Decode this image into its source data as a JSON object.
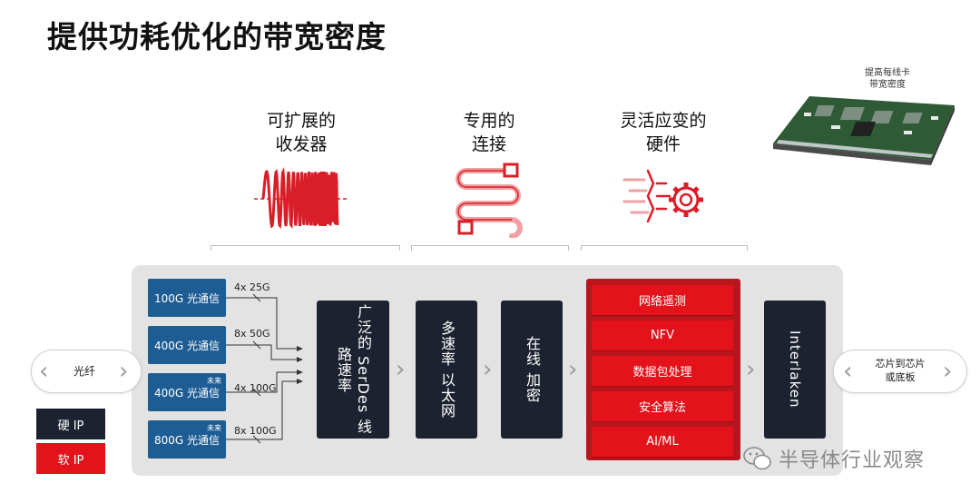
{
  "title": "提供功耗优化的带宽密度",
  "features": [
    {
      "line1": "可扩展的",
      "line2": "收发器",
      "icon": "sine-wave-icon"
    },
    {
      "line1": "专用的",
      "line2": "连接",
      "icon": "serpentine-connection-icon"
    },
    {
      "line1": "灵活应变的",
      "line2": "硬件",
      "icon": "gear-circuit-icon"
    }
  ],
  "board_caption": {
    "line1": "提高每线卡",
    "line2": "带宽密度"
  },
  "left_pill": "光纤",
  "right_pill": {
    "line1": "芯片到芯片",
    "line2": "或底板"
  },
  "optical": [
    {
      "label": "100G 光通信",
      "future": "",
      "lanes": "4x 25G"
    },
    {
      "label": "400G 光通信",
      "future": "",
      "lanes": "8x 50G"
    },
    {
      "label": "400G 光通信",
      "future": "未来",
      "lanes": "4x 100G"
    },
    {
      "label": "800G 光通信",
      "future": "未来",
      "lanes": "8x 100G"
    }
  ],
  "blocks": {
    "serdes": "广泛的 SerDes 线路速率",
    "ethernet": "多速率 以太网",
    "crypto": "在线 加密",
    "interlaken": "Interlaken"
  },
  "soft_ip_rows": [
    "网络遥测",
    "NFV",
    "数据包处理",
    "安全算法",
    "AI/ML"
  ],
  "legend": {
    "hard": "硬 IP",
    "soft": "软 IP"
  },
  "watermark": "半导体行业观察",
  "colors": {
    "hard_ip": "#1d2230",
    "soft_ip": "#e3121b",
    "optical": "#1e5c94",
    "accent": "#d81e28"
  }
}
